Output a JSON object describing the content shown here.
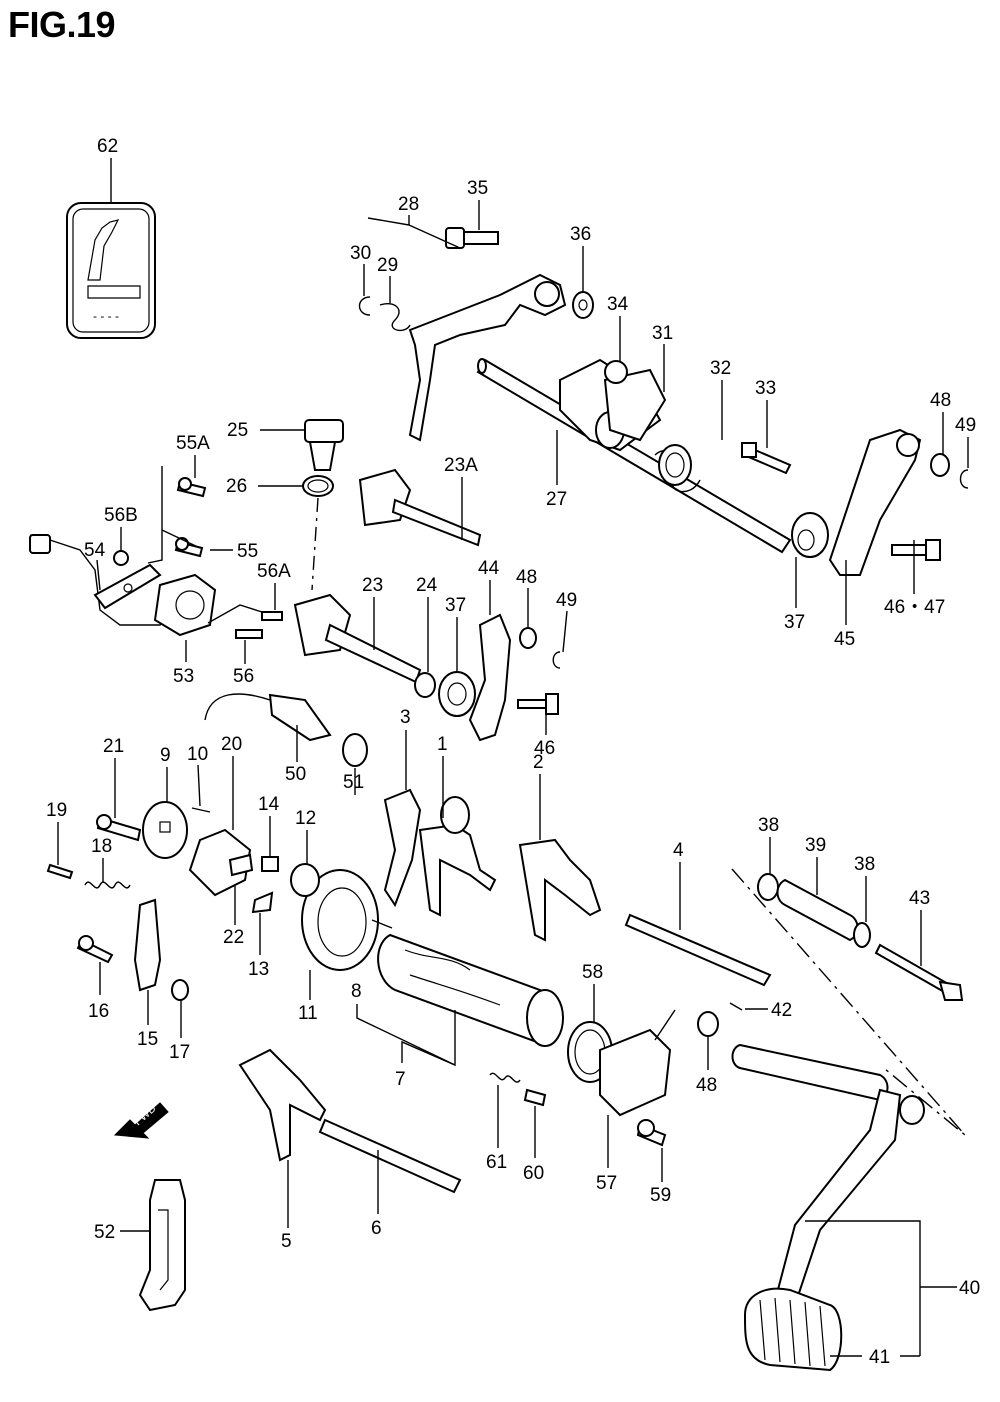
{
  "figure": {
    "title": "FIG.19"
  },
  "fwd_label": "FWD",
  "callouts": [
    {
      "id": "62",
      "text": "62"
    },
    {
      "id": "28",
      "text": "28"
    },
    {
      "id": "35",
      "text": "35"
    },
    {
      "id": "36",
      "text": "36"
    },
    {
      "id": "30",
      "text": "30"
    },
    {
      "id": "29",
      "text": "29"
    },
    {
      "id": "34",
      "text": "34"
    },
    {
      "id": "31",
      "text": "31"
    },
    {
      "id": "32",
      "text": "32"
    },
    {
      "id": "33",
      "text": "33"
    },
    {
      "id": "48a",
      "text": "48"
    },
    {
      "id": "49a",
      "text": "49"
    },
    {
      "id": "25",
      "text": "25"
    },
    {
      "id": "55A",
      "text": "55A"
    },
    {
      "id": "23A",
      "text": "23A"
    },
    {
      "id": "27",
      "text": "27"
    },
    {
      "id": "26",
      "text": "26"
    },
    {
      "id": "56B",
      "text": "56B"
    },
    {
      "id": "55",
      "text": "55"
    },
    {
      "id": "54",
      "text": "54"
    },
    {
      "id": "56A",
      "text": "56A"
    },
    {
      "id": "23",
      "text": "23"
    },
    {
      "id": "24",
      "text": "24"
    },
    {
      "id": "37a",
      "text": "37"
    },
    {
      "id": "44",
      "text": "44"
    },
    {
      "id": "48b",
      "text": "48"
    },
    {
      "id": "49b",
      "text": "49"
    },
    {
      "id": "46-47",
      "text": "46・47"
    },
    {
      "id": "37b",
      "text": "37"
    },
    {
      "id": "45",
      "text": "45"
    },
    {
      "id": "53",
      "text": "53"
    },
    {
      "id": "56",
      "text": "56"
    },
    {
      "id": "46",
      "text": "46"
    },
    {
      "id": "50",
      "text": "50"
    },
    {
      "id": "3",
      "text": "3"
    },
    {
      "id": "1",
      "text": "1"
    },
    {
      "id": "51",
      "text": "51"
    },
    {
      "id": "21",
      "text": "21"
    },
    {
      "id": "9",
      "text": "9"
    },
    {
      "id": "10",
      "text": "10"
    },
    {
      "id": "20",
      "text": "20"
    },
    {
      "id": "19",
      "text": "19"
    },
    {
      "id": "14",
      "text": "14"
    },
    {
      "id": "12",
      "text": "12"
    },
    {
      "id": "2",
      "text": "2"
    },
    {
      "id": "18",
      "text": "18"
    },
    {
      "id": "38a",
      "text": "38"
    },
    {
      "id": "39",
      "text": "39"
    },
    {
      "id": "38b",
      "text": "38"
    },
    {
      "id": "4",
      "text": "4"
    },
    {
      "id": "43",
      "text": "43"
    },
    {
      "id": "22",
      "text": "22"
    },
    {
      "id": "13",
      "text": "13"
    },
    {
      "id": "11",
      "text": "11"
    },
    {
      "id": "8",
      "text": "8"
    },
    {
      "id": "16",
      "text": "16"
    },
    {
      "id": "15",
      "text": "15"
    },
    {
      "id": "17",
      "text": "17"
    },
    {
      "id": "58",
      "text": "58"
    },
    {
      "id": "42",
      "text": "42"
    },
    {
      "id": "7",
      "text": "7"
    },
    {
      "id": "48c",
      "text": "48"
    },
    {
      "id": "61",
      "text": "61"
    },
    {
      "id": "60",
      "text": "60"
    },
    {
      "id": "57",
      "text": "57"
    },
    {
      "id": "59",
      "text": "59"
    },
    {
      "id": "52",
      "text": "52"
    },
    {
      "id": "5",
      "text": "5"
    },
    {
      "id": "6",
      "text": "6"
    },
    {
      "id": "40",
      "text": "40"
    },
    {
      "id": "41",
      "text": "41"
    }
  ]
}
